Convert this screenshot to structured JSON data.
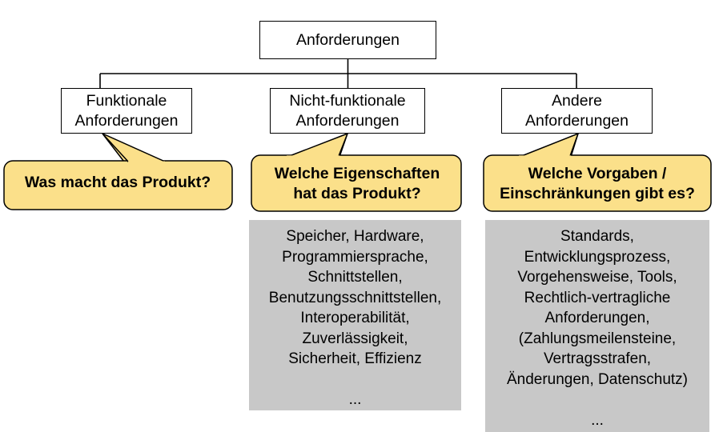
{
  "diagram": {
    "title_node": {
      "id": "anforderungen-root",
      "label": "Anforderungen"
    },
    "categories": [
      {
        "id": "funktionale",
        "label": "Funktionale\nAnforderungen",
        "callout": "Was macht das Produkt?",
        "details": null
      },
      {
        "id": "nicht-funktionale",
        "label": "Nicht-funktionale\nAnforderungen",
        "callout": "Welche Eigenschaften\nhat das Produkt?",
        "details": "Speicher, Hardware,\nProgrammiersprache,\nSchnittstellen,\nBenutzungsschnittstellen,\nInteroperabilität,\nZuverlässigkeit,\nSicherheit, Effizienz\n\n..."
      },
      {
        "id": "andere",
        "label": "Andere\nAnforderungen",
        "callout": "Welche Vorgaben /\nEinschränkungen gibt es?",
        "details": "Standards,\nEntwicklungsprozess,\nVorgehensweise, Tools,\nRechtlich-vertragliche\nAnforderungen,\n(Zahlungsmeilensteine,\nVertragsstrafen,\nÄnderungen, Datenschutz)\n\n..."
      }
    ],
    "colors": {
      "callout_fill": "#fbe08a",
      "callout_stroke": "#000000",
      "panel_fill": "#c8c8c8",
      "node_fill": "#ffffff",
      "node_stroke": "#000000",
      "connector": "#000000"
    }
  }
}
